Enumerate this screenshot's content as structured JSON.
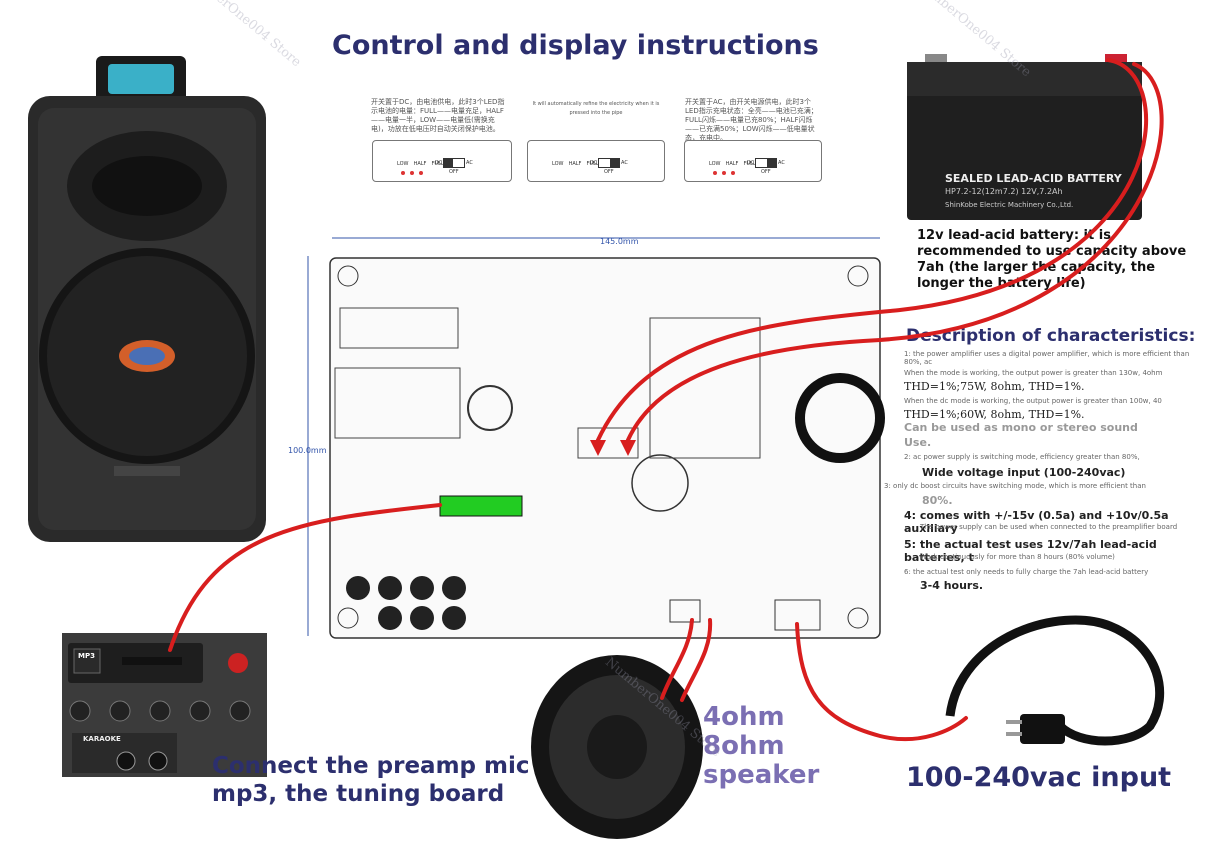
{
  "title": "Control and display instructions",
  "modes": [
    {
      "text": "开关置于DC，由电池供电，此时3个LED指示电池的电量：FULL——电量充足，HALF——电量一半，LOW——电量低(需换充电)，功放在低电压时自动关闭保护电池。",
      "labels": [
        "LOW",
        "HALF",
        "FULL",
        "DC",
        "AC",
        "OFF"
      ]
    },
    {
      "text": "It will automatically refine the electricity when it is pressed into the pipe",
      "labels": [
        "LOW",
        "HALF",
        "FULL",
        "DC",
        "AC",
        "OFF"
      ]
    },
    {
      "text": "开关置于AC，由开关电源供电，此时3个LED指示充电状态：全亮——电池已充满；FULL闪烁——电量已充80%；HALF闪烁——已充满50%；LOW闪烁——低电量状态，充电中。",
      "labels": [
        "LOW",
        "HALF",
        "FULL",
        "DC",
        "AC",
        "OFF"
      ]
    }
  ],
  "dimension_label": "145.0mm",
  "height_label": "100.0mm",
  "battery": {
    "label_line1": "SEALED LEAD-ACID BATTERY",
    "label_line2": "HP7.2-12(12m7.2) 12V,7.2Ah",
    "label_line3": "ShinKobe Electric Machinery Co.,Ltd."
  },
  "battery_caption": "12v lead-acid battery: it is recommended to use capacity above 7ah (the larger the capacity, the longer the battery life)",
  "description": {
    "title": "Description of characteristics:",
    "lines": [
      {
        "style": "small",
        "text": "1: the power amplifier uses a digital power amplifier, which is more efficient than 80%, ac"
      },
      {
        "style": "small",
        "text": "When the mode is working, the output power is greater than 130w, 4ohm"
      },
      {
        "style": "mid",
        "text": "THD=1%;75W, 8ohm, THD=1%."
      },
      {
        "style": "small",
        "text": "When the dc mode is working, the output power is greater than 100w, 40"
      },
      {
        "style": "mid",
        "text": "THD=1%;60W, 8ohm, THD=1%."
      },
      {
        "style": "gray",
        "text": "Can be used as mono or stereo sound"
      },
      {
        "style": "gray",
        "text": "Use."
      },
      {
        "style": "small",
        "text": "2: ac power supply is switching mode, efficiency greater than 80%,"
      },
      {
        "style": "bold",
        "text": "Wide voltage input (100-240vac)"
      },
      {
        "style": "small",
        "text": "3: only dc boost circuits have switching mode, which is more efficient than"
      },
      {
        "style": "gray",
        "text": "80%."
      },
      {
        "style": "bold",
        "text": "4: comes with +/-15v (0.5a) and +10v/0.5a auxiliary"
      },
      {
        "style": "small",
        "text": "The power supply can be used when connected to the preamplifier board"
      },
      {
        "style": "bold",
        "text": "5: the actual test uses 12v/7ah lead-acid batteries, t"
      },
      {
        "style": "small",
        "text": "Work continuously for more than 8 hours (80% volume)"
      },
      {
        "style": "small",
        "text": "6: the actual test only needs to fully charge the 7ah lead-acid battery"
      },
      {
        "style": "bold",
        "text": "3-4 hours."
      }
    ]
  },
  "preamp_caption": [
    "Connect the preamp mic",
    "mp3, the tuning board"
  ],
  "speaker_caption": [
    "4ohm",
    "8ohm",
    "speaker"
  ],
  "ac_caption": "100-240vac input",
  "preamp_board": {
    "mp3": "MP3",
    "karaoke": "KARAOKE"
  },
  "watermark": "NumberOne004 Store",
  "colors": {
    "title": "#2c2f6e",
    "wire": "#d81e1e",
    "speaker_caption": "#7b6fb3",
    "led": "#d33333",
    "pcb_highlight": "#22cc22"
  }
}
